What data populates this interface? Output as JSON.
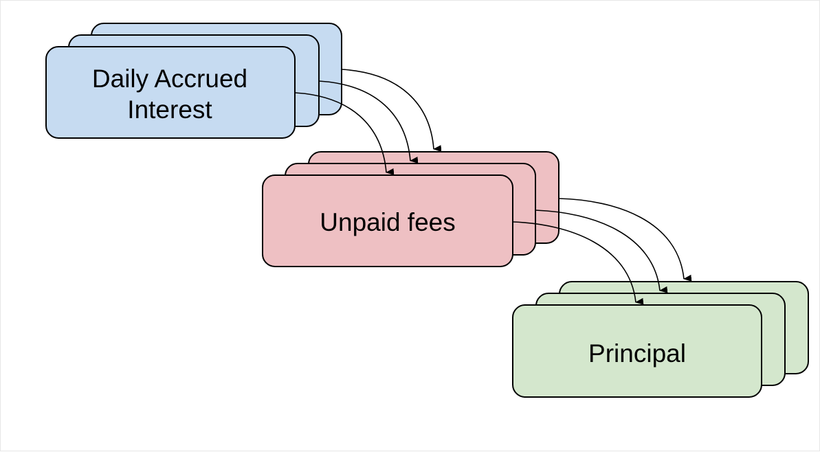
{
  "colors": {
    "interest_fill": "#c6dbf1",
    "fees_fill": "#eec0c3",
    "principal_fill": "#d4e7cd",
    "stroke": "#000000",
    "background": "#ffffff"
  },
  "nodes": {
    "interest": {
      "label_line1": "Daily Accrued",
      "label_line2": "Interest"
    },
    "fees": {
      "label": "Unpaid fees"
    },
    "principal": {
      "label": "Principal"
    }
  },
  "edges": [
    {
      "from": "interest",
      "to": "fees"
    },
    {
      "from": "interest",
      "to": "fees"
    },
    {
      "from": "interest",
      "to": "fees"
    },
    {
      "from": "fees",
      "to": "principal"
    },
    {
      "from": "fees",
      "to": "principal"
    },
    {
      "from": "fees",
      "to": "principal"
    }
  ]
}
